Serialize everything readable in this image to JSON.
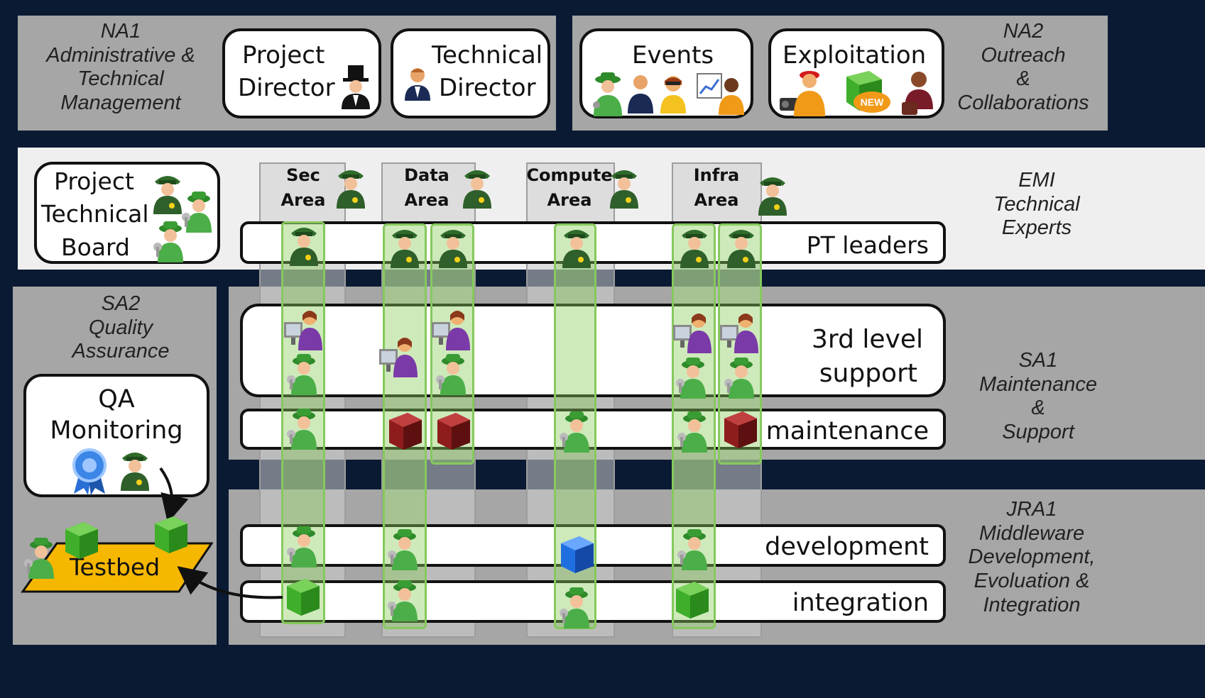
{
  "colors": {
    "background": "#0a1a33",
    "panel_gray": "#a6a6a6",
    "panel_light": "#efefef",
    "strip_green": "#8acd5c",
    "cube_green": "#3fae2a",
    "cube_red": "#8e1c1c",
    "cube_blue": "#1f6fe0",
    "testbed_yellow": "#f6b700"
  },
  "na1": {
    "line1": "NA1",
    "line2": "Administrative &",
    "line3": "Technical",
    "line4": "Management"
  },
  "project_director": {
    "line1": "Project",
    "line2": "Director"
  },
  "technical_director": {
    "line1": "Technical",
    "line2": "Director"
  },
  "events": {
    "label": "Events"
  },
  "exploitation": {
    "label": "Exploitation",
    "badge": "NEW"
  },
  "na2": {
    "line1": "NA2",
    "line2": "Outreach",
    "line3": "&",
    "line4": "Collaborations"
  },
  "ptb": {
    "line1": "Project",
    "line2": "Technical",
    "line3": "Board"
  },
  "areas": [
    {
      "line1": "Sec",
      "line2": "Area"
    },
    {
      "line1": "Data",
      "line2": "Area"
    },
    {
      "line1": "Compute",
      "line2": "Area"
    },
    {
      "line1": "Infra",
      "line2": "Area"
    }
  ],
  "emi": {
    "line1": "EMI",
    "line2": "Technical",
    "line3": "Experts"
  },
  "rows": {
    "pt_leaders": "PT leaders",
    "third_level_line1": "3rd level",
    "third_level_line2": "support",
    "maintenance": "maintenance",
    "development": "development",
    "integration": "integration"
  },
  "sa2": {
    "line1": "SA2",
    "line2": "Quality",
    "line3": "Assurance"
  },
  "qa_monitoring": {
    "line1": "QA",
    "line2": "Monitoring"
  },
  "testbed": {
    "label": "Testbed"
  },
  "sa1": {
    "line1": "SA1",
    "line2": "Maintenance",
    "line3": "&",
    "line4": "Support"
  },
  "jra1": {
    "line1": "JRA1",
    "line2": "Middleware",
    "line3": "Development,",
    "line4": "Evoluation &",
    "line5": "Integration"
  }
}
